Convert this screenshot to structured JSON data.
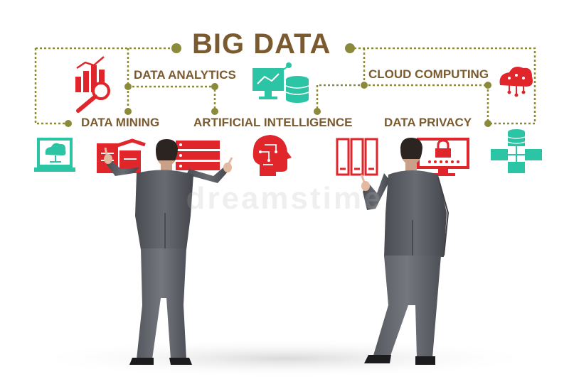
{
  "diagram": {
    "title": "BIG DATA",
    "labels": {
      "data_analytics": "DATA ANALYTICS",
      "cloud_computing": "CLOUD COMPUTING",
      "data_mining": "DATA MINING",
      "artificial_intelligence": "ARTIFICIAL INTELLIGENCE",
      "data_privacy": "DATA PRIVACY"
    },
    "icons": [
      "bar-chart-magnifier-icon",
      "monitor-database-icon",
      "cloud-network-icon",
      "laptop-cloud-icon",
      "mining-database-icon",
      "server-rack-icon",
      "ai-head-circuit-icon",
      "storage-rack-icon",
      "password-monitor-icon",
      "network-computers-icon"
    ],
    "colors": {
      "label": "#7a5a2e",
      "connector": "#8a8a3a",
      "icon_red": "#e0262b",
      "icon_teal": "#2bc4a4"
    }
  },
  "photo": {
    "watermark": "dreamstime",
    "subjects": [
      "businessman-left",
      "businessman-right"
    ]
  }
}
